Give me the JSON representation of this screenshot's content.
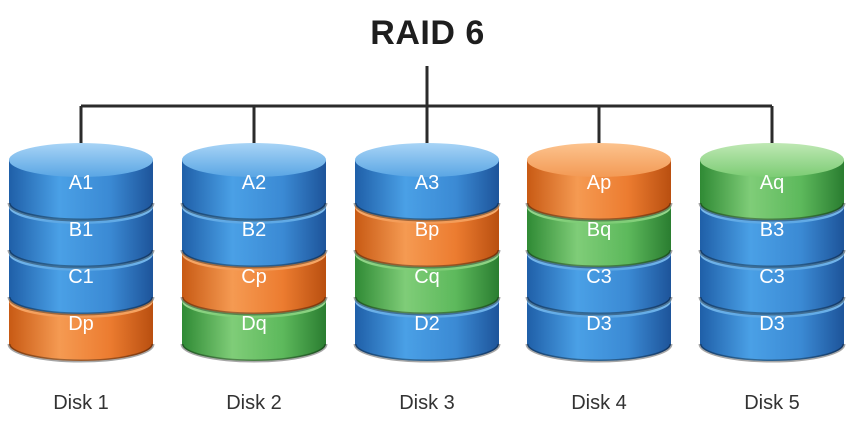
{
  "title": "RAID 6",
  "colors": {
    "data_blue": "#3d8fd6",
    "parity_p_orange": "#ec7a2d",
    "parity_q_green": "#5cb65c",
    "connector": "#2b2b2b"
  },
  "disks": [
    {
      "label": "Disk 1",
      "blocks": [
        {
          "text": "A1",
          "kind": "data"
        },
        {
          "text": "B1",
          "kind": "data"
        },
        {
          "text": "C1",
          "kind": "data"
        },
        {
          "text": "Dp",
          "kind": "parity_p"
        }
      ]
    },
    {
      "label": "Disk 2",
      "blocks": [
        {
          "text": "A2",
          "kind": "data"
        },
        {
          "text": "B2",
          "kind": "data"
        },
        {
          "text": "Cp",
          "kind": "parity_p"
        },
        {
          "text": "Dq",
          "kind": "parity_q"
        }
      ]
    },
    {
      "label": "Disk 3",
      "blocks": [
        {
          "text": "A3",
          "kind": "data"
        },
        {
          "text": "Bp",
          "kind": "parity_p"
        },
        {
          "text": "Cq",
          "kind": "parity_q"
        },
        {
          "text": "D2",
          "kind": "data"
        }
      ]
    },
    {
      "label": "Disk 4",
      "blocks": [
        {
          "text": "Ap",
          "kind": "parity_p"
        },
        {
          "text": "Bq",
          "kind": "parity_q"
        },
        {
          "text": "C3",
          "kind": "data"
        },
        {
          "text": "D3",
          "kind": "data"
        }
      ]
    },
    {
      "label": "Disk 5",
      "blocks": [
        {
          "text": "Aq",
          "kind": "parity_q"
        },
        {
          "text": "B3",
          "kind": "data"
        },
        {
          "text": "C3",
          "kind": "data"
        },
        {
          "text": "D3",
          "kind": "data"
        }
      ]
    }
  ]
}
